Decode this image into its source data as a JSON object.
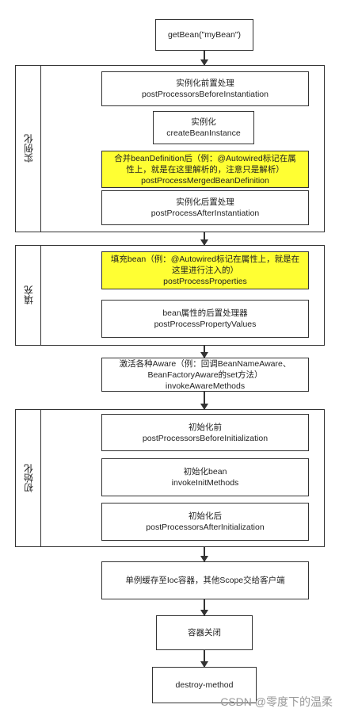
{
  "nodes": {
    "getbean": [
      "getBean(\"myBean\")"
    ],
    "before_inst": [
      "实例化前置处理",
      "postProcessorsBeforeInstantiation"
    ],
    "create": [
      "实例化",
      "createBeanInstance"
    ],
    "merged": [
      "合并beanDefinition后（例：@Autowired标记在属",
      "性上，就是在这里解析的，注意只是解析）",
      "postProcessMergedBeanDefinition"
    ],
    "after_inst": [
      "实例化后置处理",
      "postProcessAfterInstantiation"
    ],
    "populate": [
      "填充bean（例：@Autowired标记在属性上，就是在",
      "这里进行注入的）",
      "postProcessProperties"
    ],
    "prop_values": [
      "bean属性的后置处理器",
      "postProcessPropertyValues"
    ],
    "aware": [
      "激活各种Aware（例：回调BeanNameAware、",
      "BeanFactoryAware的set方法）",
      "invokeAwareMethods"
    ],
    "before_init": [
      "初始化前",
      "postProcessorsBeforeInitialization"
    ],
    "init": [
      "初始化bean",
      "invokeInitMethods"
    ],
    "after_init": [
      "初始化后",
      "postProcessorsAfterInitialization"
    ],
    "cache": [
      "单例缓存至Ioc容器，其他Scope交给客户端"
    ],
    "close": [
      "容器关闭"
    ],
    "destroy": [
      "destroy-method"
    ]
  },
  "groups": {
    "instantiation": "实例化",
    "populate": "填充",
    "initialization": "初始化"
  },
  "watermark": "CSDN @零度下的温柔",
  "colors": {
    "highlight": "#ffff33",
    "line": "#333333"
  }
}
